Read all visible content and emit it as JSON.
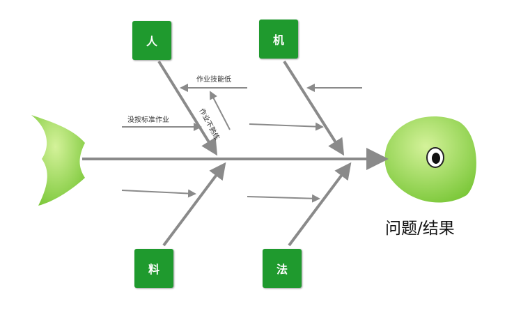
{
  "categories": {
    "man": "人",
    "machine": "机",
    "material": "料",
    "method": "法"
  },
  "causes": {
    "low_skill": "作业技能低",
    "unskilled": "作业不熟练",
    "no_standard": "没按标准作业"
  },
  "result": "问题/结果",
  "colors": {
    "box": "#1f9a2e",
    "fish": "#8ed44a",
    "bone": "#8a8a8a"
  }
}
